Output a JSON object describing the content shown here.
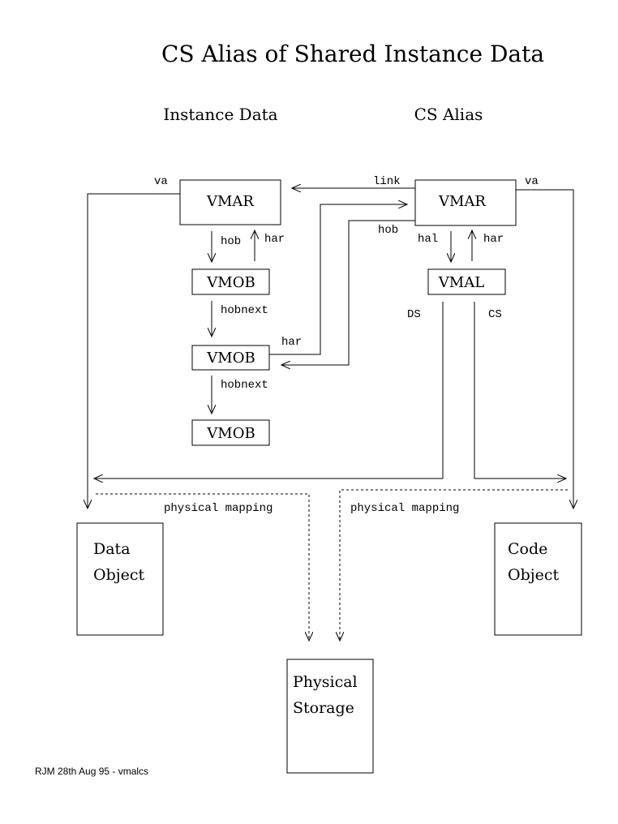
{
  "title": "CS Alias of Shared Instance Data",
  "sections": {
    "instance_data": "Instance Data",
    "cs_alias": "CS Alias"
  },
  "nodes": {
    "vmar_left": "VMAR",
    "vmob_1": "VMOB",
    "vmob_2": "VMOB",
    "vmob_3": "VMOB",
    "vmar_right": "VMAR",
    "vmal": "VMAL",
    "data_object": [
      "Data",
      "Object"
    ],
    "code_object": [
      "Code",
      "Object"
    ],
    "physical_storage": [
      "Physical",
      "Storage"
    ]
  },
  "edge_labels": {
    "va_left": "va",
    "va_right": "va",
    "link": "link",
    "hob_left": "hob",
    "har_left": "har",
    "hobnext_1": "hobnext",
    "hobnext_2": "hobnext",
    "har_cross": "har",
    "hob_cross": "hob",
    "hal": "hal",
    "har_right": "har",
    "ds": "DS",
    "cs": "CS",
    "physical_mapping_left": "physical mapping",
    "physical_mapping_right": "physical mapping"
  },
  "footer": "RJM 28th Aug 95 - vmalcs"
}
